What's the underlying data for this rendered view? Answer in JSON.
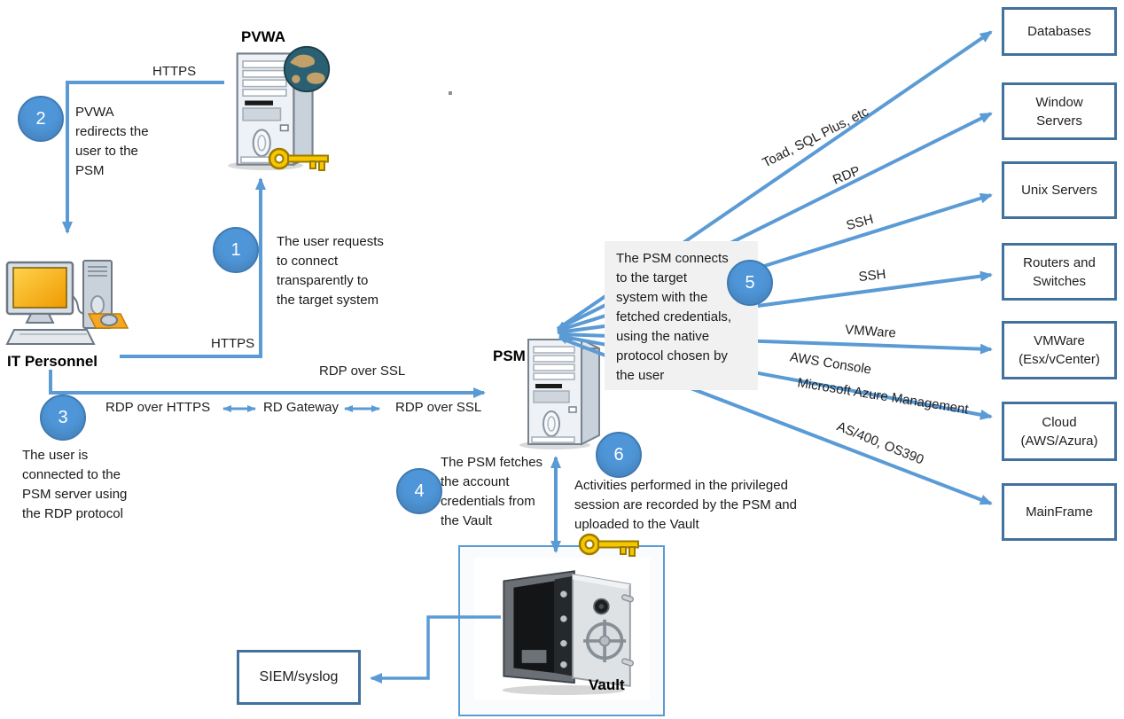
{
  "nodes": {
    "pvwa": "PVWA",
    "psm": "PSM",
    "it_personnel": "IT Personnel",
    "vault": "Vault",
    "siem": "SIEM/syslog"
  },
  "steps": [
    {
      "num": "1",
      "text": "The user requests\nto connect\ntransparently to\nthe target system"
    },
    {
      "num": "2",
      "text": "PVWA\nredirects the\nuser to the\nPSM"
    },
    {
      "num": "3",
      "text": "The user is\nconnected to the\nPSM server using\nthe RDP protocol"
    },
    {
      "num": "4",
      "text": "The PSM fetches\nthe account\ncredentials from\nthe Vault"
    },
    {
      "num": "5",
      "text": "The PSM connects\nto the target\nsystem with the\nfetched credentials,\nusing the native\nprotocol chosen by\nthe user"
    },
    {
      "num": "6",
      "text": "Activities performed in the privileged\nsession are recorded by the PSM and\nuploaded to the Vault"
    }
  ],
  "links": {
    "https_to_pvwa": "HTTPS",
    "https_from_user": "HTTPS",
    "rdp_over_ssl": "RDP over SSL",
    "gateway": {
      "left": "RDP over HTTPS",
      "middle": "RD Gateway",
      "right": "RDP over SSL"
    }
  },
  "protocols": [
    {
      "label": "Toad, SQL Plus, etc"
    },
    {
      "label": "RDP"
    },
    {
      "label": "SSH"
    },
    {
      "label": "SSH"
    },
    {
      "label": "VMWare"
    },
    {
      "label": "AWS Console"
    },
    {
      "label": "Microsoft Azure Management"
    },
    {
      "label": "AS/400, OS390"
    }
  ],
  "targets": [
    {
      "label": "Databases"
    },
    {
      "label": "Window\nServers"
    },
    {
      "label": "Unix Servers"
    },
    {
      "label": "Routers and\nSwitches"
    },
    {
      "label": "VMWare\n(Esx/vCenter)"
    },
    {
      "label": "Cloud\n(AWS/Azura)"
    },
    {
      "label": "MainFrame"
    }
  ],
  "colors": {
    "line_blue": "#5B9BD5",
    "circle_fill": "#4F96D8",
    "box_border": "#41719C",
    "note_bg": "#F1F1F2",
    "key_gold": "#F6C700",
    "screen_orange": "#F2A33C"
  }
}
